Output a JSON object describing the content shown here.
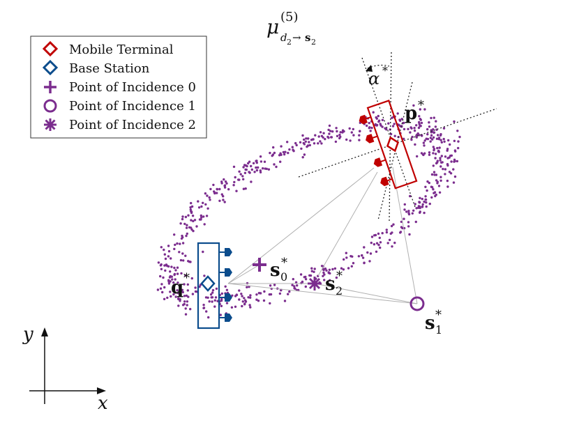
{
  "title": {
    "symbol": "μ",
    "superscript": "(5)",
    "subscript_d": "d",
    "subscript_d_index": "2",
    "subscript_arrow": "→",
    "subscript_s": "s",
    "subscript_s_index": "2"
  },
  "legend": [
    {
      "label": "Mobile Terminal",
      "marker": "diamond",
      "color": "#c00000"
    },
    {
      "label": "Base Station",
      "marker": "diamond",
      "color": "#0b4c8c"
    },
    {
      "label": "Point of Incidence 0",
      "marker": "plus",
      "color": "#7b2d8e"
    },
    {
      "label": "Point of Incidence 1",
      "marker": "circle",
      "color": "#7b2d8e"
    },
    {
      "label": "Point of Incidence 2",
      "marker": "asterisk",
      "color": "#7b2d8e"
    }
  ],
  "labels": {
    "p": "p",
    "p_star": "*",
    "q": "q",
    "q_star": "*",
    "alpha": "α",
    "alpha_star": "*",
    "s0": "s",
    "s0_sub": "0",
    "s0_star": "*",
    "s1": "s",
    "s1_sub": "1",
    "s1_star": "*",
    "s2": "s",
    "s2_sub": "2",
    "s2_star": "*"
  },
  "axes": {
    "x_label": "x",
    "y_label": "y"
  },
  "colors": {
    "mobile": "#c00000",
    "base": "#0b4c8c",
    "scatter": "#7b2d8e",
    "paths": "#b0b0b0"
  }
}
